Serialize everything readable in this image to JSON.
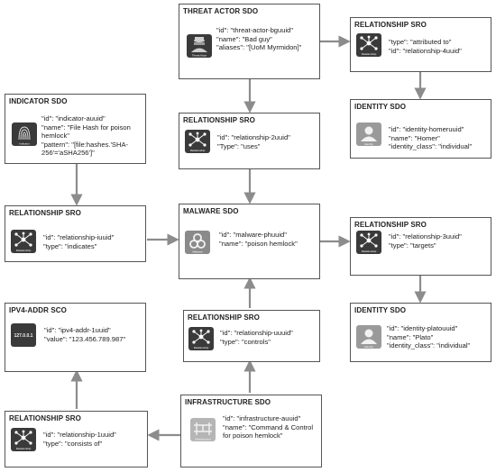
{
  "nodes": {
    "threat_actor": {
      "title": "THREAT ACTOR SDO",
      "icon": "threat-actor-icon",
      "icon_caption": "Threat Actor",
      "fields": [
        "\"id\": \"threat-actor-bguuid\"",
        "\"name\": \"Bad guy\"",
        "\"aliases\": \"[UoM Myrmidon]\""
      ]
    },
    "rel_attributed": {
      "title": "RELATIONSHIP SRO",
      "icon": "relationship-icon",
      "icon_caption": "Relationship",
      "fields": [
        "\"type\": \"attributed to\"",
        "\"id\": \"relationship-4uuid\""
      ]
    },
    "indicator": {
      "title": "INDICATOR SDO",
      "icon": "fingerprint-icon",
      "icon_caption": "Indicator",
      "fields": [
        "\"id\": \"indicator-auuid\"",
        "\"name\": \"File Hash for poison hemlock\"",
        "\"pattern\": \"[file:hashes.'SHA-256'='aSHA256']\""
      ]
    },
    "rel_uses": {
      "title": "RELATIONSHIP SRO",
      "icon": "relationship-icon",
      "icon_caption": "Relationship",
      "fields": [
        "\"id\": \"relationship-2uuid\"",
        "\"Type\": \"uses\""
      ]
    },
    "identity_homer": {
      "title": "IDENTITY SDO",
      "icon": "identity-icon",
      "icon_caption": "Identity",
      "fields": [
        "\"id\": \"identity-homeruuid\"",
        "\"name\": \"Homer\"",
        "\"identity_class\": \"individual\""
      ]
    },
    "rel_indicates": {
      "title": "RELATIONSHIP SRO",
      "icon": "relationship-icon",
      "icon_caption": "Relationship",
      "fields": [
        "\"id\": \"relationship-iuuid\"",
        "\"type\": \"indicates\""
      ]
    },
    "malware": {
      "title": "MALWARE SDO",
      "icon": "biohazard-icon",
      "icon_caption": "Malware",
      "fields": [
        "\"id\": \"malware-phuuid\"",
        "\"name\": \"poison hemlock\""
      ]
    },
    "rel_targets": {
      "title": "RELATIONSHIP SRO",
      "icon": "relationship-icon",
      "icon_caption": "Relationship",
      "fields": [
        "\"id\": \"relationship-3uuid\"",
        "\"type\": \"targets\""
      ]
    },
    "ipv4": {
      "title": "IPV4-ADDR SCO",
      "icon": "ip-address-icon",
      "icon_caption": "127.0.0.1",
      "fields": [
        "\"id\": \"ipv4-addr-1uuid\"",
        "\"value\": \"123.456.789.987\""
      ]
    },
    "rel_controls": {
      "title": "RELATIONSHIP SRO",
      "icon": "relationship-icon",
      "icon_caption": "Relationship",
      "fields": [
        "\"id\": \"relationship-uuuid\"",
        "\"type\": \"controls\""
      ]
    },
    "identity_plato": {
      "title": "IDENTITY SDO",
      "icon": "identity-icon",
      "icon_caption": "Identity",
      "fields": [
        "\"id\": \"identity-platouuid\"",
        "\"name\": \"Plato\"",
        "\"identity_class\": \"individual\""
      ]
    },
    "infrastructure": {
      "title": "INFRASTRUCTURE SDO",
      "icon": "infrastructure-icon",
      "icon_caption": "Infrastructure",
      "fields": [
        "\"id\": \"infrastructure-auuid\"",
        "\"name\": \"Command & Control for poison hemlock\""
      ]
    },
    "rel_consists": {
      "title": "RELATIONSHIP SRO",
      "icon": "relationship-icon",
      "icon_caption": "Relationship",
      "fields": [
        "\"id\": \"relationship-1uuid\"",
        "\"type\": \"consists of\""
      ]
    }
  },
  "colors": {
    "border": "#555555",
    "arrow": "#8c8c8c",
    "icon_bg": "#3a3a3a"
  }
}
